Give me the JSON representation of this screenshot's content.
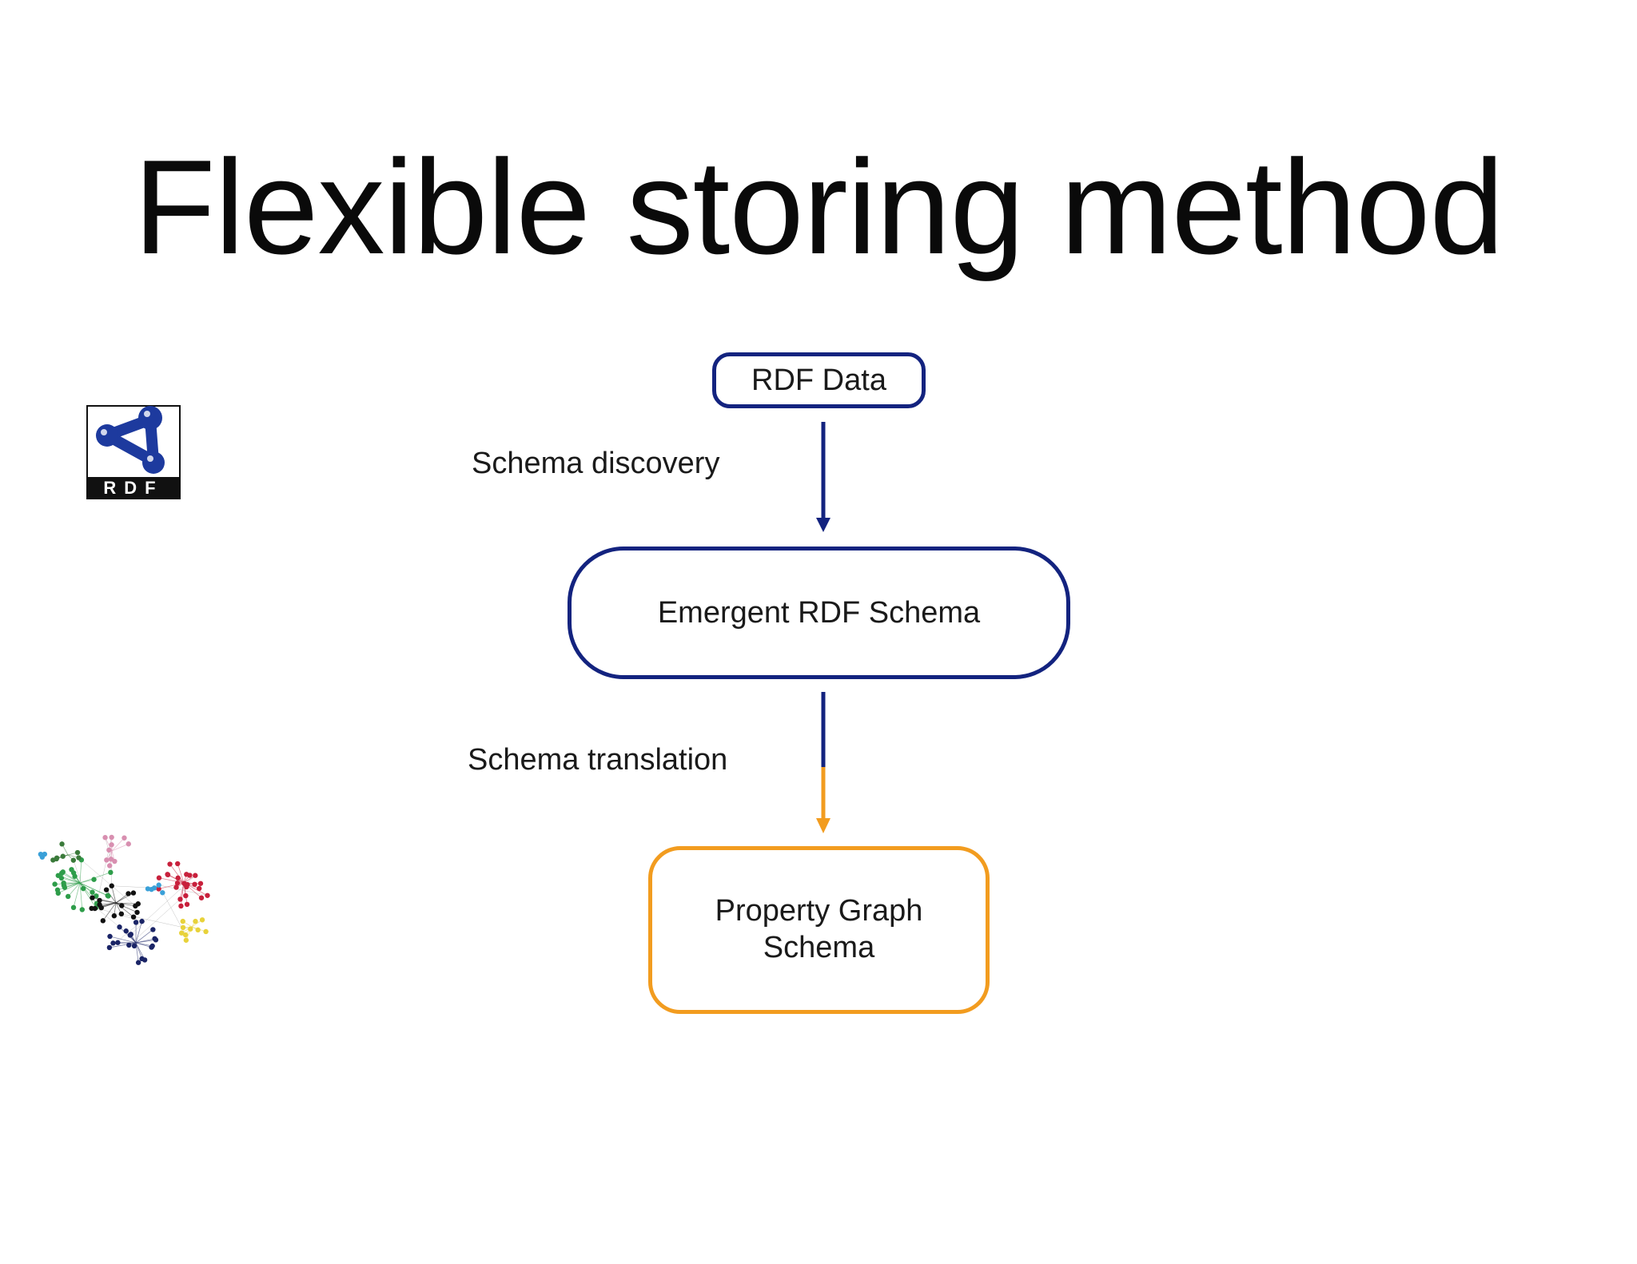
{
  "title": "Flexible storing method",
  "nodes": {
    "rdf_data": "RDF Data",
    "emergent_schema": "Emergent RDF Schema",
    "property_graph_schema": "Property Graph Schema"
  },
  "edges": {
    "discovery": "Schema discovery",
    "translation": "Schema translation"
  },
  "logos": {
    "rdf": "RDF"
  },
  "colors": {
    "navy": "#13237f",
    "orange": "#f29c1f"
  }
}
